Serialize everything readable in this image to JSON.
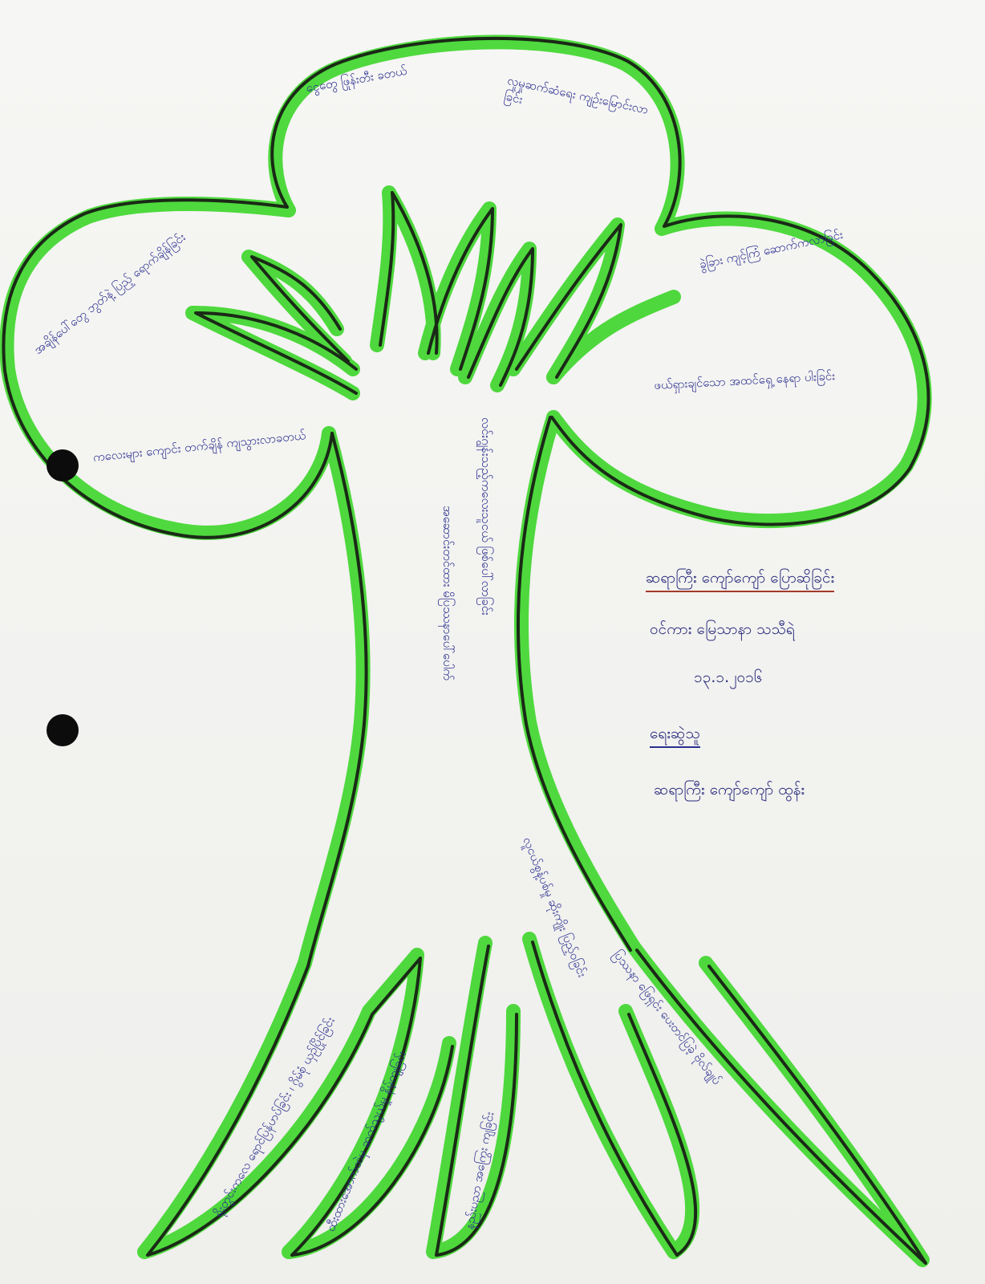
{
  "crown": {
    "top_left": "ငွေတွေ ဖြုန်းတီး ခတယ်",
    "top_right": "လူမှုဆက်ဆံရေး ကျဉ်းမြောင်းလာခြင်း",
    "left_top": "အချိန်ပေါ်တွေ ဘွတ်နဲ့ ပြည့် ရောက်ချိန်ခြင်း",
    "left_bottom": "ကလေးများ ကျောင်း တက်ချိန် ကျသွားလာခတယ်",
    "right_top": "ခွဲခြား ကျင့်ကြံ ဆောက်ကလာခြင်း",
    "right_bottom": "ဖယ်ရှားချင်သော အထင်ရှေ့ နေရာ ပါးခြင်း"
  },
  "trunk": {
    "left": "အဆောင်းတင်ထား မိပြဿနာပေါ်ပေါက်",
    "right": "လင်းဂျွန်းသည့်ကလေးသူငယ် ဖြစ်ပေါ်လာခြင်း"
  },
  "roots": {
    "r1": "ရိုးတွင်းကလေ ရောင်ပြန်ဟပ်ခြင်း ၊ ဂွိမ်စုံ ယှဉ်ပြိုင်ခြင်း",
    "r2": "ထီးထားအောက်ထဲမှ ဆက်သွယ်မှု နိမ့်ကျခြင်း",
    "r3": "နည်းပညာ အကြွေး ကျခြင်း",
    "r4": "လူငယ်စွန့်ပစ်မှု ဆိုးကျိုး ပြည့်ဝခြင်း",
    "r5": "ပြဿနာ ဖြေရှင်း ပေးတင်ပြခဲ့ ဗိုလ်ချုပ်"
  },
  "info": {
    "title": "ဆရာကြီး ကျော်ကျော် ပြောဆိုခြင်း",
    "subtitle": "ဝင်ကား မြေသာနာ သသီရဲ",
    "date": "၁၃.၁.၂၀၁၆",
    "label": "ရေးဆွဲသူ",
    "author": "ဆရာကြီး ကျော်ကျော် ထွန်း"
  },
  "colors": {
    "leaf_green": "#3dd62a",
    "outline": "#1a2a16",
    "ink": "#2b2f8f",
    "underline_red": "#a33a2a"
  }
}
